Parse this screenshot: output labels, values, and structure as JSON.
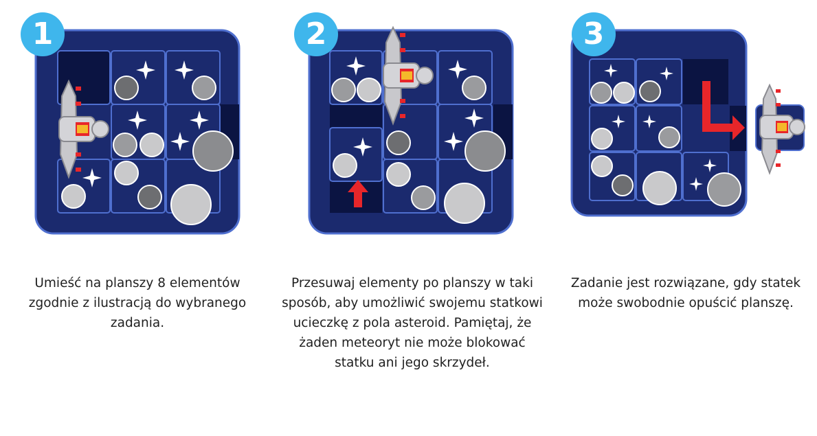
{
  "steps": [
    {
      "number": "1",
      "text": "Umieść na planszy 8 elementów zgodnie z ilustracją do wybranego zadania."
    },
    {
      "number": "2",
      "text": "Przesuwaj elementy po planszy w taki sposób, aby umożliwić swojemu statkowi ucieczkę z pola asteroid. Pamiętaj, że żaden meteoryt nie może blokować statku ani jego skrzydeł."
    },
    {
      "number": "3",
      "text": "Zadanie jest rozwiązane, gdy statek może swobodnie opuścić planszę."
    }
  ],
  "colors": {
    "badge": "#3fb6ec",
    "board": "#1b2a6e",
    "board_border": "#4f6fcf",
    "empty_cell": "#0b1442",
    "arrow": "#e8262a",
    "asteroid_light": "#c9c9cb",
    "asteroid_dark": "#6d6e71"
  },
  "icons": [
    "star-icon",
    "asteroid-icon",
    "spaceship-icon",
    "arrow-up-icon",
    "arrow-l-right-icon"
  ]
}
